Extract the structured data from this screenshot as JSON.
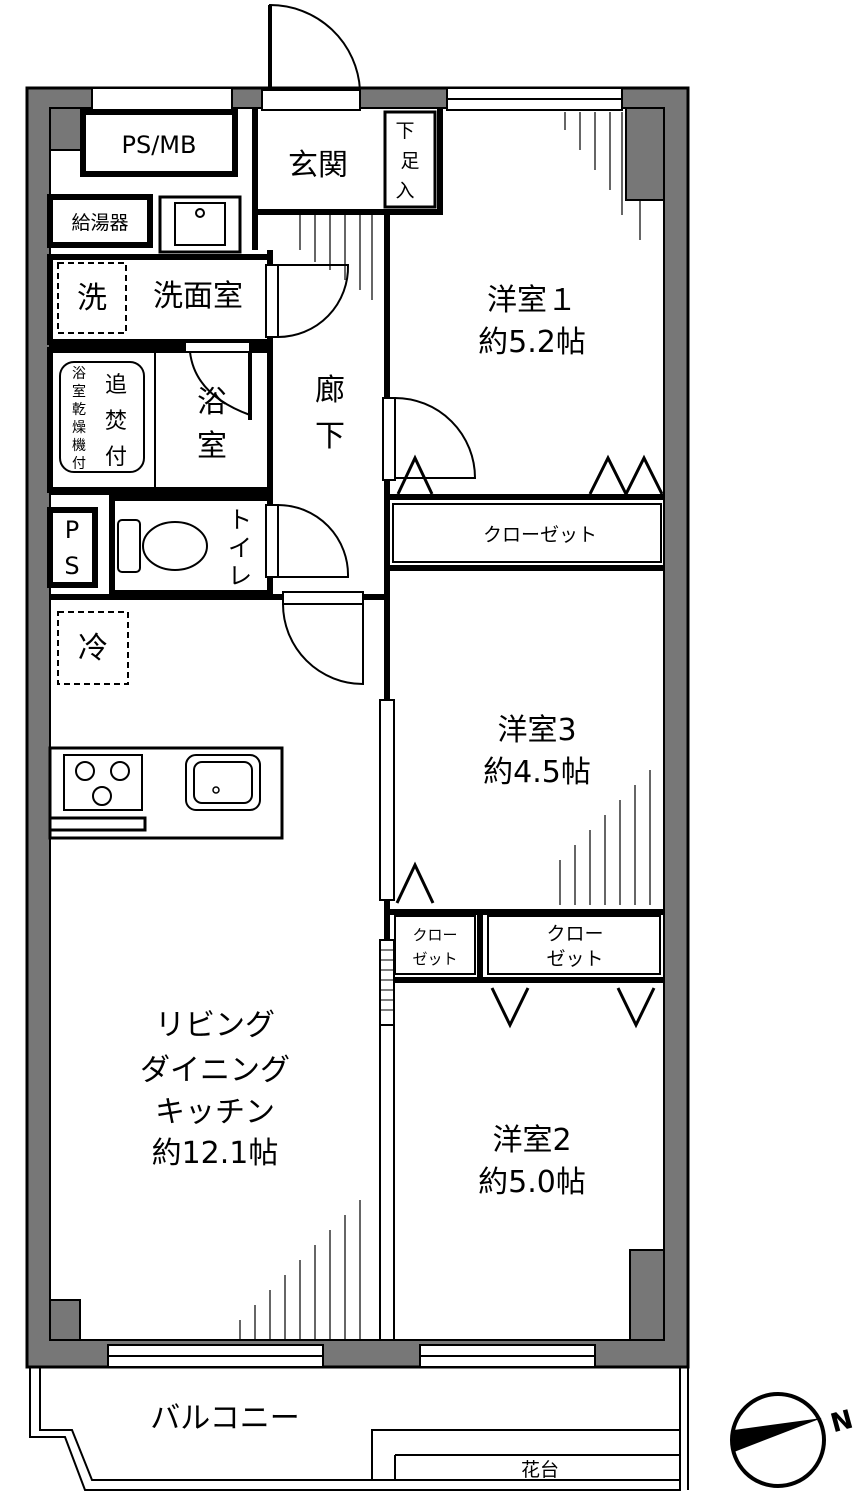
{
  "rooms": {
    "western1": {
      "name": "洋室１",
      "size": "約5.2帖"
    },
    "western2": {
      "name": "洋室2",
      "size": "約5.0帖"
    },
    "western3": {
      "name": "洋室3",
      "size": "約4.5帖"
    },
    "ldk": {
      "line1": "リビング",
      "line2": "ダイニング",
      "line3": "キッチン",
      "size": "約12.1帖"
    },
    "entrance": "玄関",
    "shoe_closet": [
      "下",
      "足",
      "入"
    ],
    "corridor": [
      "廊",
      "下"
    ],
    "washroom": "洗面室",
    "washer": "洗",
    "bath": [
      "浴",
      "室"
    ],
    "bath_dryer": [
      "浴",
      "室",
      "乾",
      "燥",
      "機",
      "付"
    ],
    "reheat": [
      "追",
      "焚",
      "付"
    ],
    "toilet": [
      "ト",
      "イ",
      "レ"
    ],
    "ps_mb": "PS/MB",
    "ps": [
      "P",
      "S"
    ],
    "water_heater": "給湯器",
    "fridge": "冷",
    "closet1": "クローゼット",
    "closet2": [
      "クロー",
      "ゼット"
    ],
    "closet3": [
      "クロー",
      "ゼット"
    ],
    "balcony": "バルコニー",
    "flower_bed": "花台"
  },
  "compass": {
    "label": "N"
  }
}
